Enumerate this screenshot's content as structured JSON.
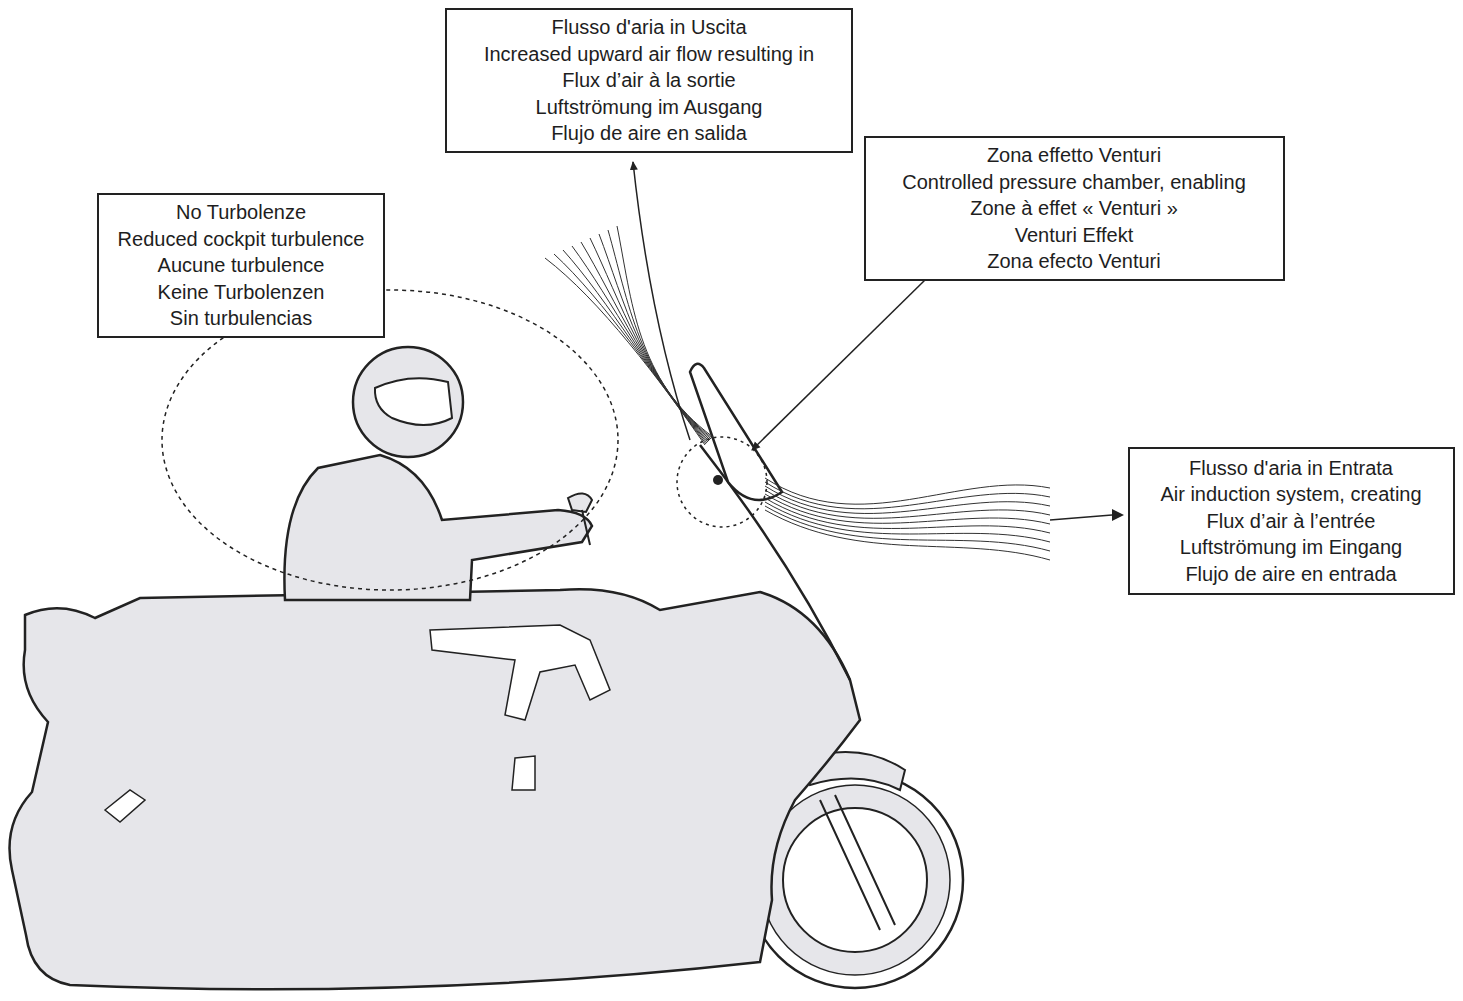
{
  "diagram": {
    "nodes": [
      {
        "text": [
          "No Turbolenze",
          "Reduced cockpit turbulence",
          "Aucune turbulence",
          "Keine Turbolenzen",
          "Sin turbulencias"
        ]
      },
      {
        "text": [
          "Flusso d'aria in Uscita",
          "Increased upward air flow resulting in",
          "Flux d’air à la sortie",
          "Luftströmung im Ausgang",
          "Flujo de aire en salida"
        ]
      },
      {
        "text": [
          "Zona effetto Venturi",
          "Controlled pressure chamber, enabling",
          "Zone à effet « Venturi »",
          "Venturi Effekt",
          "Zona efecto Venturi"
        ]
      },
      {
        "text": [
          "Flusso d'aria in Entrata",
          "Air induction system, creating",
          "Flux d’air à l’entrée",
          "Luftströmung im Eingang",
          "Flujo de aire en entrada"
        ]
      }
    ]
  }
}
